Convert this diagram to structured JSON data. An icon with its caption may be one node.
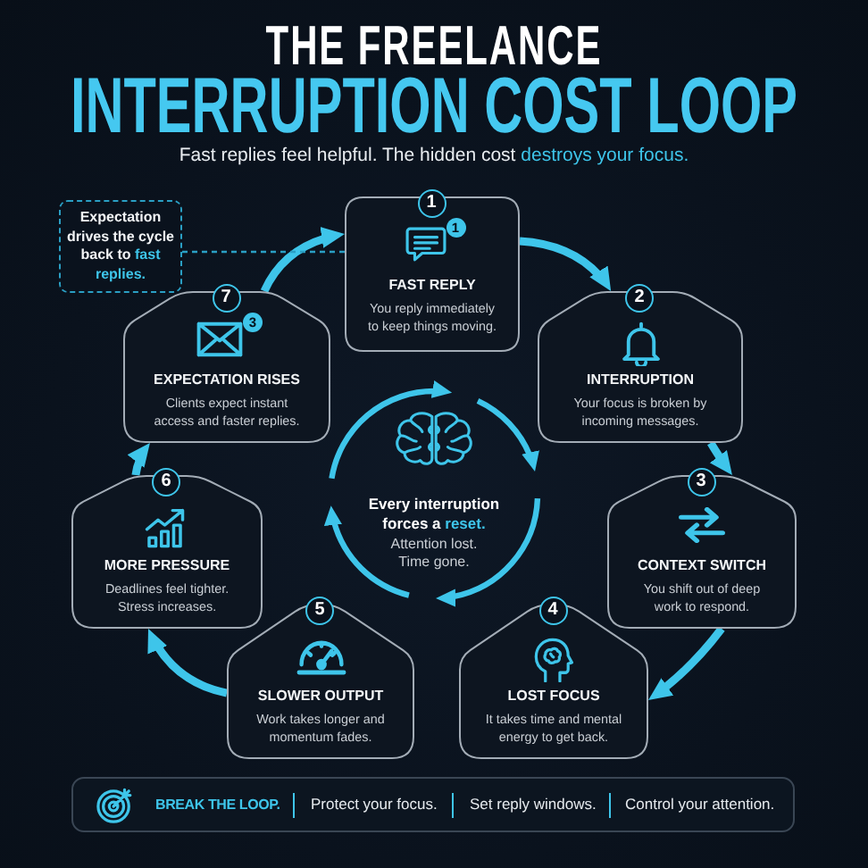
{
  "diagram": {
    "title": "THE FREELANCE **INTERRUPTION COST LOOP**",
    "nodes": [
      {
        "text": [
          "1",
          "1",
          "FAST REPLY",
          "You reply immediately to keep things moving."
        ]
      },
      {
        "text": [
          "2",
          "INTERRUPTION",
          "Your focus is broken by incoming messages."
        ]
      },
      {
        "text": [
          "3",
          "CONTEXT SWITCH",
          "You shift out of deep work to respond."
        ]
      },
      {
        "text": [
          "4",
          "LOST FOCUS",
          "It takes time and mental energy to get back."
        ]
      },
      {
        "text": [
          "5",
          "SLOWER OUTPUT",
          "Work takes longer and momentum fades."
        ]
      },
      {
        "text": [
          "6",
          "MORE PRESSURE",
          "Deadlines feel tighter. Stress increases."
        ]
      },
      {
        "text": [
          "7",
          "3",
          "EXPECTATION RISES",
          "Clients expect instant access and faster replies."
        ]
      },
      {
        "text": [
          "Every interruption forces a **reset.**",
          "Attention lost. Time gone."
        ]
      },
      {
        "text": [
          "Expectation drives the cycle back to **fast replies.**"
        ]
      },
      {
        "text": [
          "BREAK THE LOOP.",
          "Protect your focus.",
          "Set reply windows.",
          "Control your attention."
        ]
      }
    ],
    "edges": [
      {
        "from": 0,
        "to": 1,
        "arrow": "to"
      },
      {
        "from": 1,
        "to": 2,
        "arrow": "to"
      },
      {
        "from": 2,
        "to": 3,
        "arrow": "to"
      },
      {
        "from": 4,
        "to": 5,
        "arrow": "to"
      },
      {
        "from": 5,
        "to": 6,
        "arrow": "to"
      },
      {
        "from": 6,
        "to": 0,
        "arrow": "to"
      },
      {
        "from": 8,
        "to": 0,
        "arrow": "none",
        "style": "dashed",
        "color": "#2a9fc4"
      }
    ],
    "labels": [
      "Fast replies feel helpful. The hidden cost **destroys your focus.**"
    ]
  }
}
